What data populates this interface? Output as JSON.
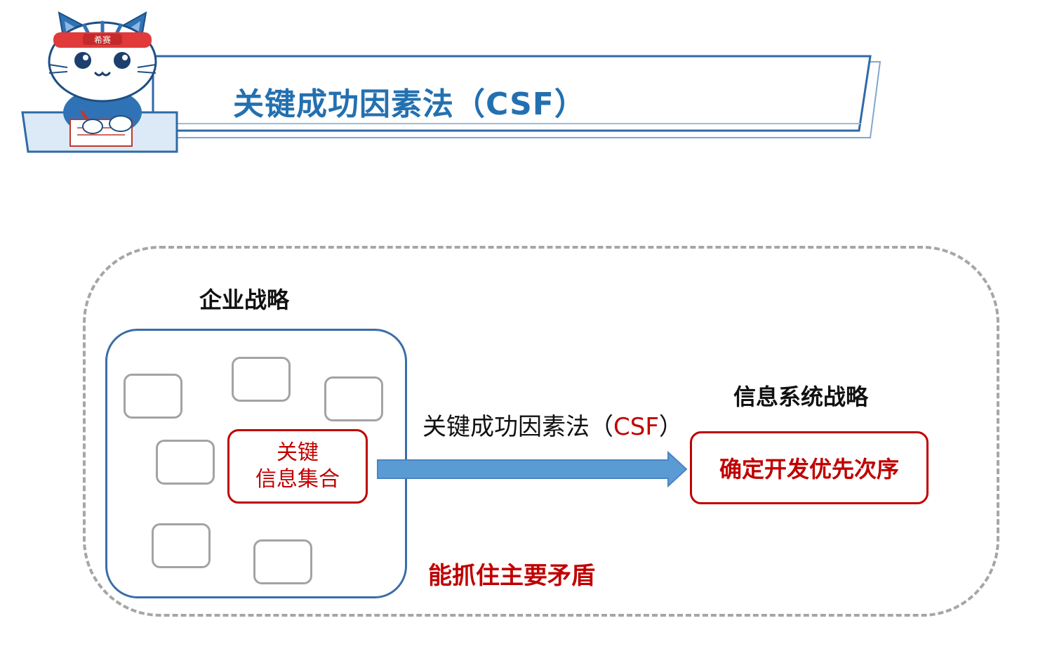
{
  "header": {
    "title": "关键成功因素法（CSF）",
    "mascot_badge": "希赛"
  },
  "diagram": {
    "enterprise_strategy_label": "企业战略",
    "key_info_line1": "关键",
    "key_info_line2": "信息集合",
    "method_label_prefix": "关键成功因素法（",
    "method_label_abbr": "CSF",
    "method_label_suffix": "）",
    "is_strategy_label": "信息系统战略",
    "priority_label": "确定开发优先次序",
    "contradiction_label": "能抓住主要矛盾"
  },
  "colors": {
    "title_blue": "#2370b0",
    "arrow_blue": "#5b9bd5",
    "accent_red": "#c00000",
    "box_gray": "#a3a3a3",
    "strategy_border": "#3a6ea8"
  }
}
